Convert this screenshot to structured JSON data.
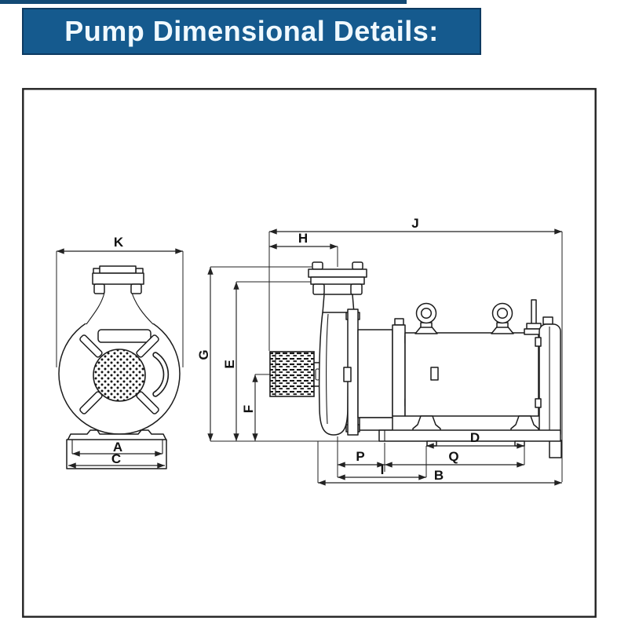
{
  "header": {
    "title": "Pump Dimensional Details:"
  },
  "diagram": {
    "dimension_labels": {
      "k": "K",
      "a": "A",
      "c": "C",
      "j": "J",
      "h": "H",
      "g": "G",
      "e": "E",
      "f": "F",
      "d": "D",
      "p": "P",
      "q": "Q",
      "i": "I",
      "b": "B"
    }
  },
  "colors": {
    "header_bg": "#155a8e",
    "header_border": "#0d3a61",
    "header_text": "#f0f9ff",
    "top_strip": "#134a75",
    "line": "#1c1c1c",
    "canvas": "#ffffff"
  }
}
